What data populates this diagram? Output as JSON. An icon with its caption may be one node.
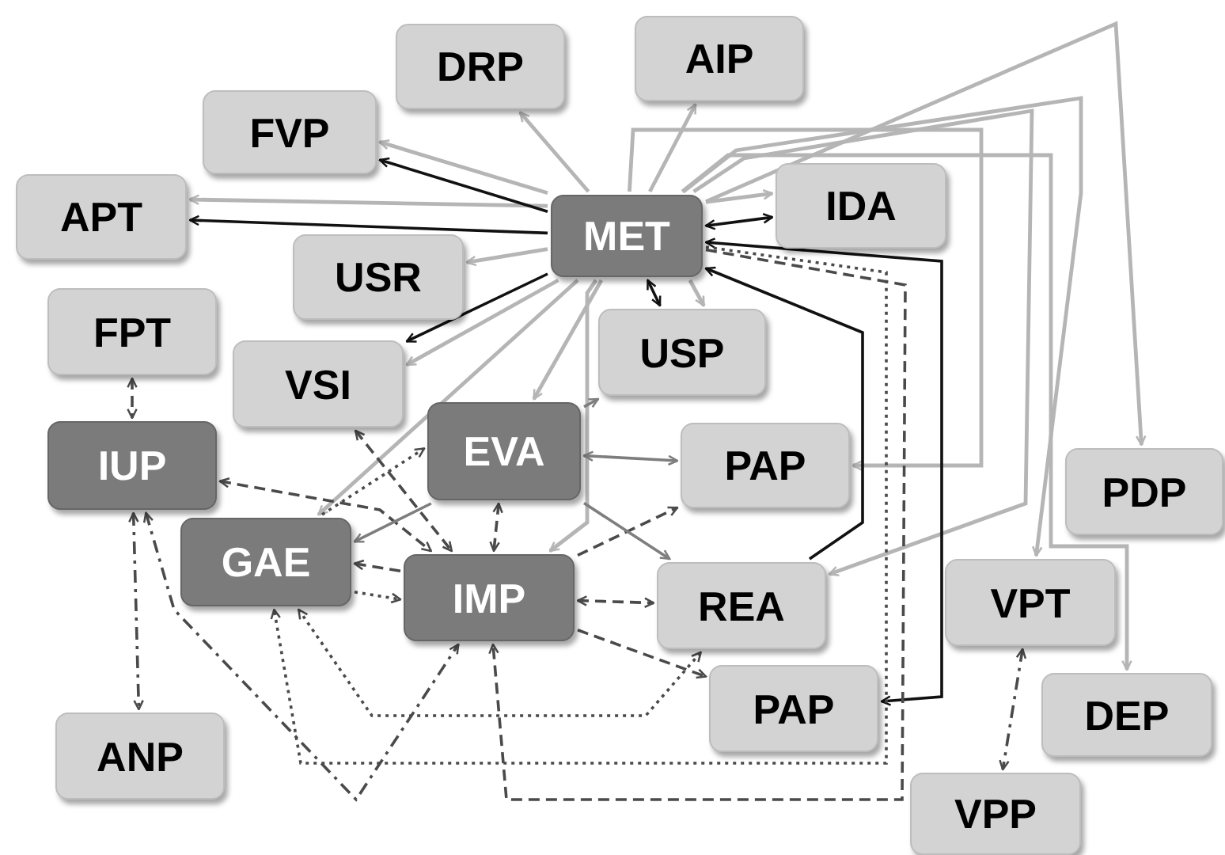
{
  "diagram": {
    "nodes": [
      {
        "text": [
          "DRP"
        ]
      },
      {
        "text": [
          "AIP"
        ]
      },
      {
        "text": [
          "FVP"
        ]
      },
      {
        "text": [
          "APT"
        ]
      },
      {
        "text": [
          "MET"
        ]
      },
      {
        "text": [
          "IDA"
        ]
      },
      {
        "text": [
          "USR"
        ]
      },
      {
        "text": [
          "FPT"
        ]
      },
      {
        "text": [
          "USP"
        ]
      },
      {
        "text": [
          "VSI"
        ]
      },
      {
        "text": [
          "IUP"
        ]
      },
      {
        "text": [
          "EVA"
        ]
      },
      {
        "text": [
          "PAP"
        ]
      },
      {
        "text": [
          "PDP"
        ]
      },
      {
        "text": [
          "GAE"
        ]
      },
      {
        "text": [
          "IMP"
        ]
      },
      {
        "text": [
          "REA"
        ]
      },
      {
        "text": [
          "VPT"
        ]
      },
      {
        "text": [
          "PAP"
        ]
      },
      {
        "text": [
          "DEP"
        ]
      },
      {
        "text": [
          "ANP"
        ]
      },
      {
        "text": [
          "VPP"
        ]
      }
    ],
    "edges": [
      {
        "from": 4,
        "to": 0,
        "arrow": "to"
      },
      {
        "from": 4,
        "to": 1,
        "arrow": "to"
      },
      {
        "from": 4,
        "to": 2,
        "arrow": "to"
      },
      {
        "from": 4,
        "to": 3,
        "arrow": "to"
      },
      {
        "from": 4,
        "to": 6,
        "arrow": "to"
      },
      {
        "from": 4,
        "to": 5,
        "arrow": "to"
      },
      {
        "from": 4,
        "to": 8,
        "arrow": "to"
      },
      {
        "from": 4,
        "to": 9,
        "arrow": "to"
      },
      {
        "from": 4,
        "to": 11,
        "arrow": "to"
      },
      {
        "from": 4,
        "to": 14,
        "arrow": "to"
      },
      {
        "from": 4,
        "to": 15,
        "arrow": "to"
      },
      {
        "from": 4,
        "to": 12,
        "arrow": "to"
      },
      {
        "from": 4,
        "to": 16,
        "arrow": "to"
      },
      {
        "from": 4,
        "to": 17,
        "arrow": "to"
      },
      {
        "from": 4,
        "to": 13,
        "arrow": "to"
      },
      {
        "from": 4,
        "to": 19,
        "arrow": "to"
      },
      {
        "from": 4,
        "to": 2,
        "arrow": "to",
        "color": "#111111"
      },
      {
        "from": 4,
        "to": 3,
        "arrow": "to",
        "color": "#111111"
      },
      {
        "from": 4,
        "to": 9,
        "arrow": "to",
        "color": "#111111"
      },
      {
        "from": 4,
        "to": 8,
        "arrow": "both",
        "color": "#111111"
      },
      {
        "from": 5,
        "to": 4,
        "arrow": "both",
        "color": "#111111"
      },
      {
        "from": 4,
        "to": 18,
        "arrow": "both",
        "color": "#111111"
      },
      {
        "from": 16,
        "to": 4,
        "arrow": "to",
        "color": "#111111"
      },
      {
        "from": 10,
        "to": 15,
        "arrow": "both",
        "style": "dashed",
        "color": "#4a4a4a"
      },
      {
        "from": 9,
        "to": 15,
        "arrow": "both",
        "style": "dashed",
        "color": "#4a4a4a"
      },
      {
        "from": 15,
        "to": 14,
        "arrow": "to",
        "style": "dashed",
        "color": "#4a4a4a"
      },
      {
        "from": 11,
        "to": 15,
        "arrow": "both",
        "style": "dashed",
        "color": "#4a4a4a"
      },
      {
        "from": 15,
        "to": 12,
        "arrow": "to",
        "style": "dashed",
        "color": "#4a4a4a"
      },
      {
        "from": 15,
        "to": 16,
        "arrow": "both",
        "style": "dashed",
        "color": "#4a4a4a"
      },
      {
        "from": 15,
        "to": 18,
        "arrow": "to",
        "style": "dashed",
        "color": "#4a4a4a"
      },
      {
        "from": 4,
        "to": 15,
        "arrow": "to",
        "style": "dashed",
        "color": "#4a4a4a"
      },
      {
        "from": 7,
        "to": 10,
        "arrow": "both",
        "style": "dashed",
        "color": "#4a4a4a"
      },
      {
        "from": 14,
        "to": 11,
        "arrow": "to",
        "style": "dashed",
        "color": "#4a4a4a"
      },
      {
        "from": 14,
        "to": 15,
        "arrow": "to",
        "style": "dashed",
        "color": "#4a4a4a"
      },
      {
        "from": 14,
        "to": 16,
        "arrow": "both",
        "style": "dashed",
        "color": "#4a4a4a"
      },
      {
        "from": 4,
        "to": 14,
        "arrow": "to",
        "style": "dashed",
        "color": "#4a4a4a"
      },
      {
        "from": 10,
        "to": 20,
        "arrow": "both",
        "style": "dashed",
        "color": "#4a4a4a"
      },
      {
        "from": 10,
        "to": 15,
        "arrow": "both",
        "style": "dashed",
        "color": "#4a4a4a"
      },
      {
        "from": 17,
        "to": 21,
        "arrow": "both",
        "style": "dashed",
        "color": "#4a4a4a"
      },
      {
        "from": 11,
        "to": 14,
        "arrow": "to",
        "color": "#7e7e7e"
      },
      {
        "from": 11,
        "to": 12,
        "arrow": "both",
        "color": "#7e7e7e"
      },
      {
        "from": 11,
        "to": 16,
        "arrow": "to",
        "color": "#7e7e7e"
      },
      {
        "from": 11,
        "to": 8,
        "arrow": "to",
        "color": "#7e7e7e"
      }
    ]
  }
}
